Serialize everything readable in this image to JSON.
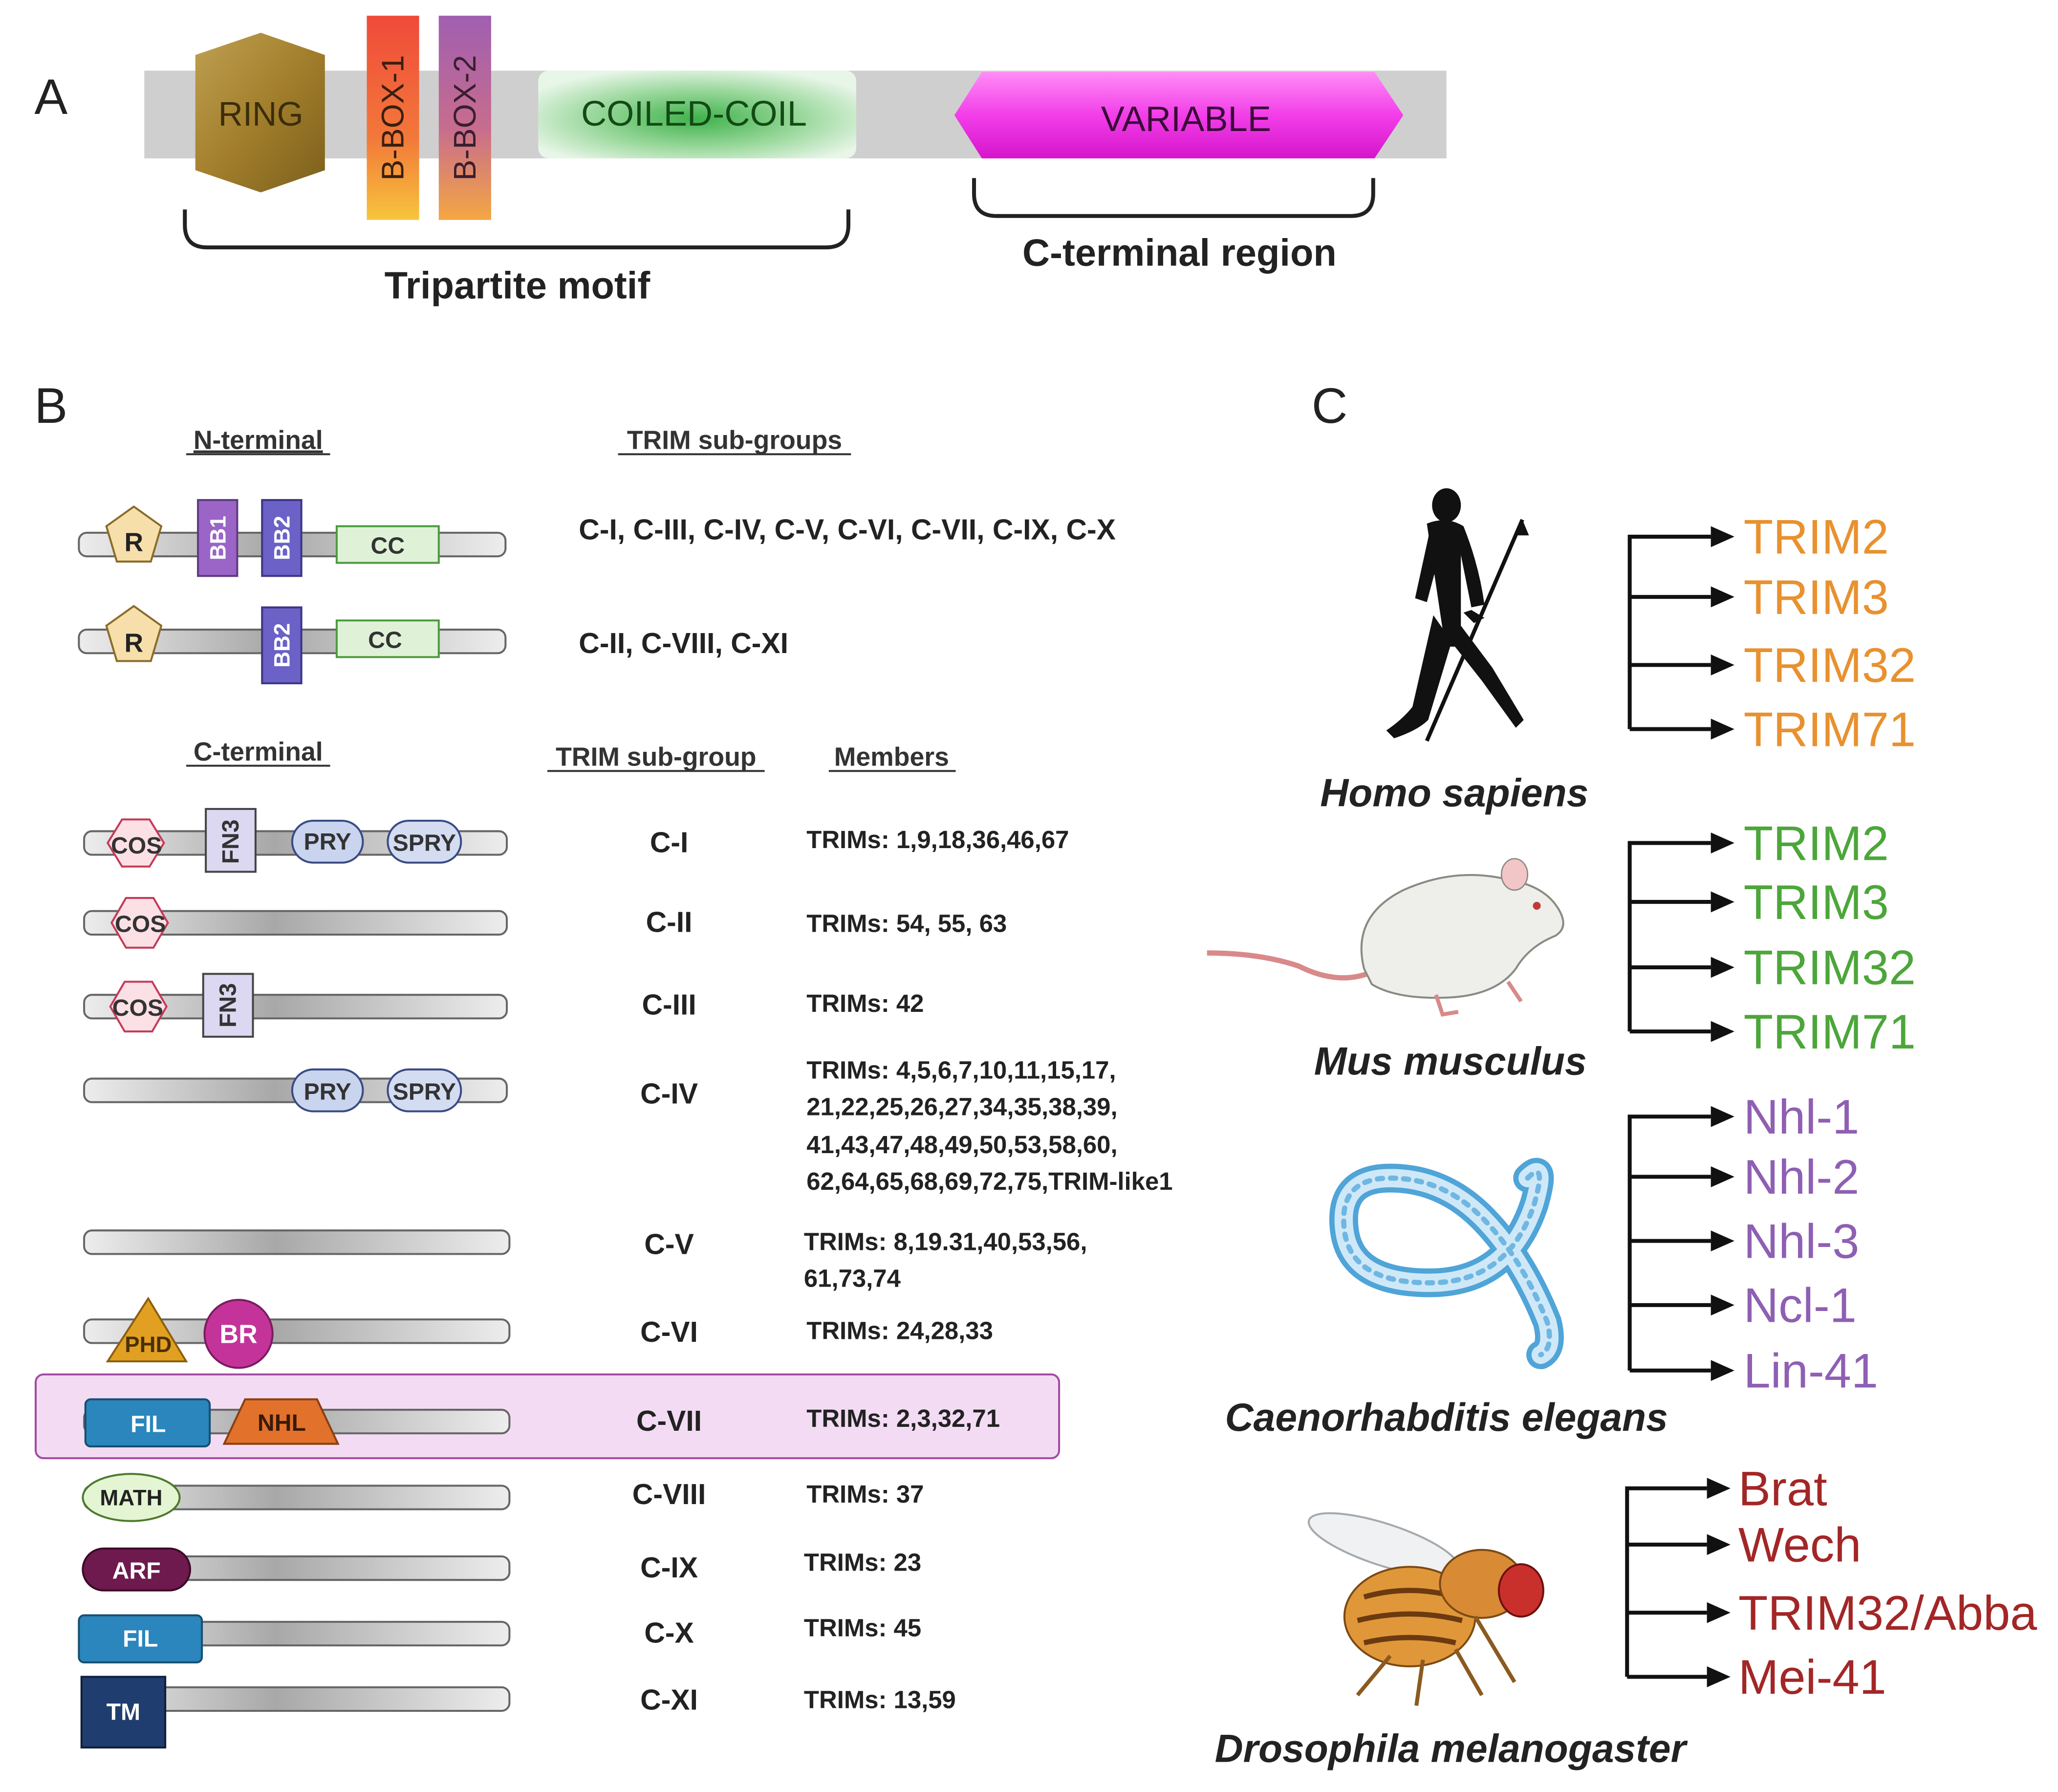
{
  "panel_a": {
    "letter": "A",
    "domains": {
      "ring": "RING",
      "bbox1": "B-BOX-1",
      "bbox2": "B-BOX-2",
      "coiled_coil": "COILED-COIL",
      "variable": "VARIABLE"
    },
    "tripartite_label": "Tripartite motif",
    "cterminal_label": "C-terminal region"
  },
  "panel_b": {
    "letter": "B",
    "n_terminal_heading": "N-terminal",
    "trim_subgroups_heading": "TRIM sub-groups",
    "n_rows": [
      {
        "r": "R",
        "bb1": "BB1",
        "bb2": "BB2",
        "cc": "CC",
        "groups": "C-I, C-III, C-IV, C-V, C-VI, C-VII, C-IX, C-X"
      },
      {
        "r": "R",
        "bb2": "BB2",
        "cc": "CC",
        "groups": "C-II, C-VIII, C-XI"
      }
    ],
    "c_terminal_heading": "C-terminal",
    "trim_subgroup_heading": "TRIM sub-group",
    "members_heading": "Members",
    "c_rows": [
      {
        "group": "C-I",
        "domains": [
          "COS",
          "FN3",
          "PRY",
          "SPRY"
        ],
        "members": [
          "TRIMs: 1,9,18,36,46,67"
        ]
      },
      {
        "group": "C-II",
        "domains": [
          "COS"
        ],
        "members": [
          "TRIMs: 54, 55, 63"
        ]
      },
      {
        "group": "C-III",
        "domains": [
          "COS",
          "FN3"
        ],
        "members": [
          "TRIMs: 42"
        ]
      },
      {
        "group": "C-IV",
        "domains": [
          "PRY",
          "SPRY"
        ],
        "members": [
          "TRIMs: 4,5,6,7,10,11,15,17,",
          "21,22,25,26,27,34,35,38,39,",
          "41,43,47,48,49,50,53,58,60,",
          "62,64,65,68,69,72,75,TRIM-like1"
        ]
      },
      {
        "group": "C-V",
        "domains": [],
        "members": [
          "TRIMs: 8,19.31,40,53,56,",
          "61,73,74"
        ]
      },
      {
        "group": "C-VI",
        "domains": [
          "PHD",
          "BR"
        ],
        "members": [
          "TRIMs: 24,28,33"
        ]
      },
      {
        "group": "C-VII",
        "domains": [
          "FIL",
          "NHL"
        ],
        "members": [
          "TRIMs: 2,3,32,71"
        ],
        "highlight": true
      },
      {
        "group": "C-VIII",
        "domains": [
          "MATH"
        ],
        "members": [
          "TRIMs: 37"
        ]
      },
      {
        "group": "C-IX",
        "domains": [
          "ARF"
        ],
        "members": [
          "TRIMs: 23"
        ]
      },
      {
        "group": "C-X",
        "domains": [
          "FIL"
        ],
        "members": [
          "TRIMs: 45"
        ]
      },
      {
        "group": "C-XI",
        "domains": [
          "TM"
        ],
        "members": [
          "TRIMs: 13,59"
        ]
      }
    ]
  },
  "panel_c": {
    "letter": "C",
    "species": [
      {
        "name": "Homo sapiens",
        "icon": "human-silhouette-icon",
        "color": "#e8912f",
        "genes": [
          "TRIM2",
          "TRIM3",
          "TRIM32",
          "TRIM71"
        ]
      },
      {
        "name": "Mus musculus",
        "icon": "mouse-icon",
        "color": "#4ca63a",
        "genes": [
          "TRIM2",
          "TRIM3",
          "TRIM32",
          "TRIM71"
        ]
      },
      {
        "name": "Caenorhabditis  elegans",
        "icon": "nematode-icon",
        "color": "#8e5fb3",
        "genes": [
          "Nhl-1",
          "Nhl-2",
          "Nhl-3",
          "Ncl-1",
          "Lin-41"
        ]
      },
      {
        "name": "Drosophila melanogaster",
        "icon": "fruit-fly-icon",
        "color": "#a32626",
        "genes": [
          "Brat",
          "Wech",
          "TRIM32/Abba",
          "Mei-41"
        ]
      }
    ]
  },
  "colors": {
    "ring": "#a27f2c",
    "bbox1": "#f27a35",
    "bbox2": "#b367a8",
    "coiled_coil": "#52bc58",
    "variable": "#e624dd",
    "c_vii_highlight": "#f3dcf3"
  }
}
